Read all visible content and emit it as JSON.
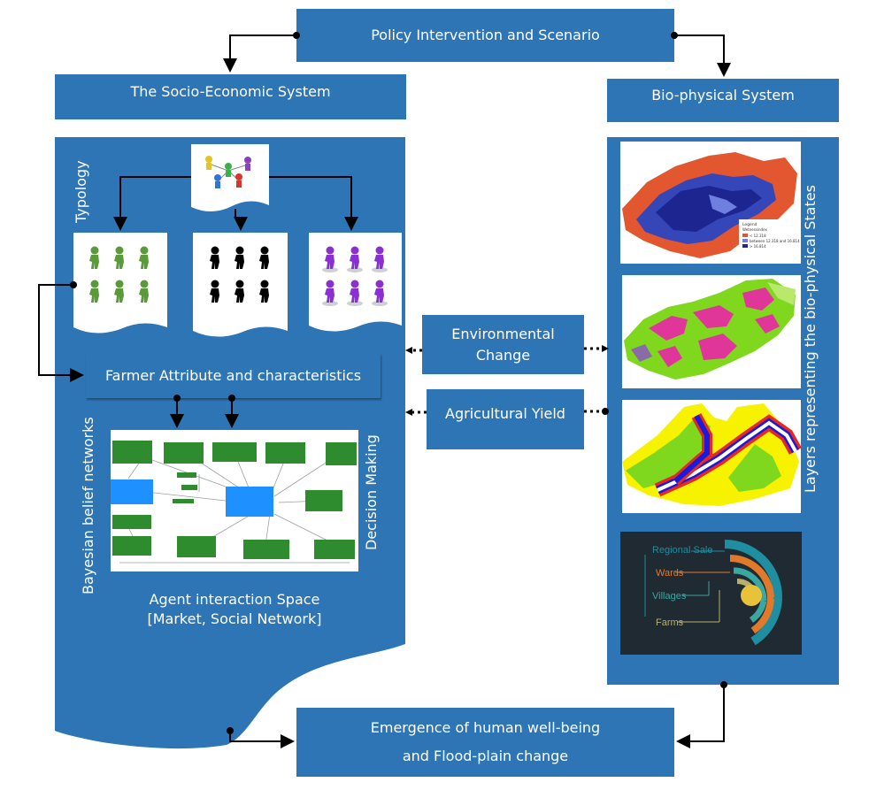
{
  "top_box": {
    "label": "Policy Intervention and Scenario"
  },
  "socio_header": {
    "label": "The Socio-Economic System"
  },
  "bio_header": {
    "label": "Bio-physical System"
  },
  "typology": {
    "label": "Typology"
  },
  "farmer_attr": {
    "label": "Farmer Attribute and characteristics"
  },
  "bbn": {
    "label": "Bayesian belief networks"
  },
  "decision": {
    "label": "Decision Making"
  },
  "agent_space": {
    "line1": "Agent interaction Space",
    "line2": "[Market, Social Network]"
  },
  "env_change": {
    "line1": "Environmental",
    "line2": "Change"
  },
  "agri_yield": {
    "label": "Agricultural Yield"
  },
  "layers": {
    "label": "Layers representing the bio-physical States"
  },
  "emergence": {
    "line1": "Emergence of human well-being",
    "line2": "and Flood-plain change"
  },
  "map1_legend": {
    "title": "Legend",
    "subtitle": "Wetnessindex",
    "items": [
      "< 12.318",
      "between 12.318 and 16.814",
      "> 16.814"
    ]
  },
  "scale_chart": {
    "items": [
      "Regional Sale",
      "Wards",
      "Villages",
      "Farms"
    ]
  },
  "colors": {
    "box": "#2e75b6",
    "arrow": "#000000"
  }
}
